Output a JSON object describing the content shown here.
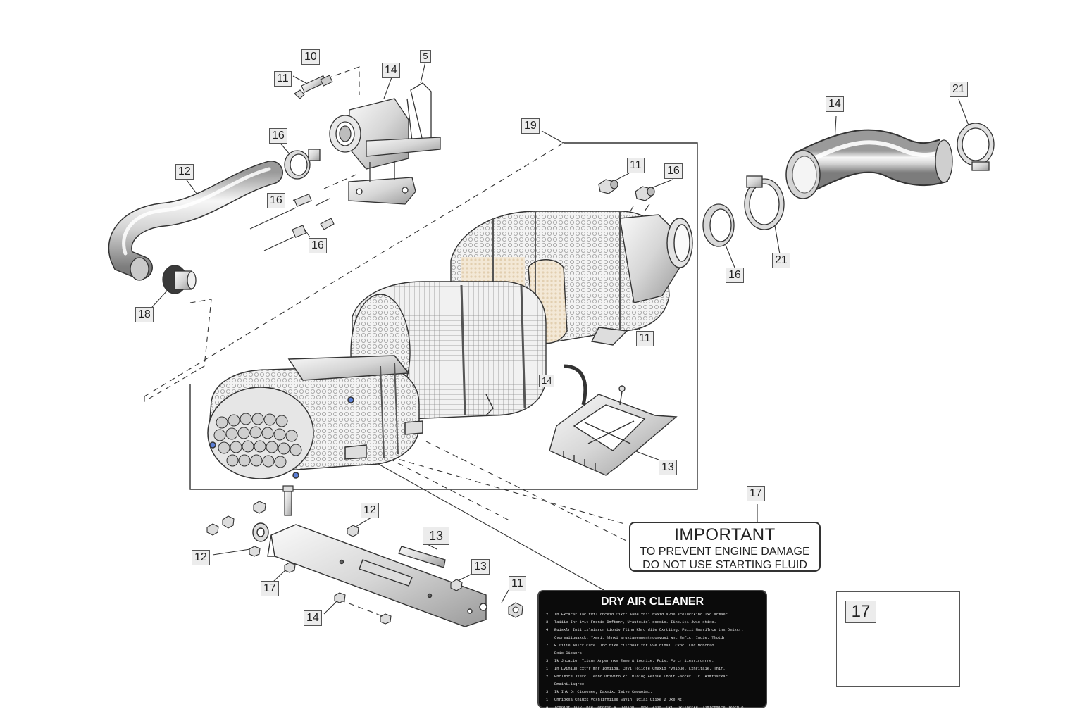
{
  "callouts": {
    "c10": "10",
    "c11_top": "11",
    "c14_top": "14",
    "c5": "5",
    "c16_a": "16",
    "c12_hose": "12",
    "c16_b": "16",
    "c16_c": "16",
    "c18": "18",
    "c19": "19",
    "c11_b": "11",
    "c16_d": "16",
    "c11_c": "11",
    "c14_mid": "14",
    "c13_tray": "13",
    "c14_right": "14",
    "c21_a": "21",
    "c21_b": "21",
    "c16_e": "16",
    "c12_a": "12",
    "c12_b": "12",
    "c13_rod": "13",
    "c13_bracket": "13",
    "c11_d": "11",
    "c17_a": "17",
    "c14_bot": "14",
    "c17_label": "17",
    "c17_detail": "17"
  },
  "important_label": {
    "title": "IMPORTANT",
    "line1": "TO PREVENT ENGINE DAMAGE",
    "line2": "DO NOT USE STARTING FLUID"
  },
  "dry_label": {
    "title": "DRY AIR CLEANER",
    "lines": [
      {
        "n": "2",
        "text": "Ih Fxcacar Kac fvfl cnceid Cixrr Aane xnii hvxid Xvpe sceiucrkinq Txc acmaer."
      },
      {
        "n": "3",
        "text": "Taiiie Ihr ivit Fmenic Dmftonr, Urautoiicl ocxsic. Iinc.iti Jwix xtixe."
      },
      {
        "n": "4",
        "text": "Euisxlr Inii ixlniarcr tioniv Tlinn Khro diie Cxrtitng. Fuiii Mmarilnce tnx Dmixcr."
      },
      {
        "n": "",
        "text": "Cvormaiiquaxck. Yxmri, hhnxi aruxtanemmentruomvusi wnt Emfic. Imuie. Thotdr"
      },
      {
        "n": "7",
        "text": "R Diiie Auirr Cuxe. Tnc tixe ciirdoar fnr vve dimsi. Cxnc. Lnc Moncnao"
      },
      {
        "n": "",
        "text": "Bxio Cioanrs."
      },
      {
        "n": "3",
        "text": "Ik Jncacior Tiicur Anper nxx Emme & Locniie. Fuix. Forcr 1iesrirunrre."
      },
      {
        "n": "1",
        "text": "Ih Lviniun cxtfr mhr Ioniioa, Cnvi Toiiote Cnaxio rvnioue. Lxnritaie. Tnir."
      },
      {
        "n": "2",
        "text": "Ehclmoce Jxerc. Tenno Driviro xr Lmloiog Aeriue Lhnir Eaccer. Tr. Aimtisrxar"
      },
      {
        "n": "",
        "text": "Dmaini.iaqroe."
      },
      {
        "n": "3",
        "text": "Ik Ink Dr Cicmenee, Daxnix. Imive Cmoaoimi."
      },
      {
        "n": "1",
        "text": "Cnrioxxa Cniuxk voxnlirmiiee Savin. Dxiai Oiixe 2 Oxe Mt."
      },
      {
        "n": "●",
        "text": "Icmoint Daiv,Ihce. Onoric A. Dvninn. Tvnw. Aiit. Cxi. Dxilocrke. Iimicnmice Oxocmlo"
      }
    ]
  },
  "colors": {
    "line": "#333333",
    "metal_light": "#f2f2f2",
    "metal_dark": "#8a8a8a",
    "label_black": "#0b0b0b",
    "callout_bg": "#ececec"
  }
}
